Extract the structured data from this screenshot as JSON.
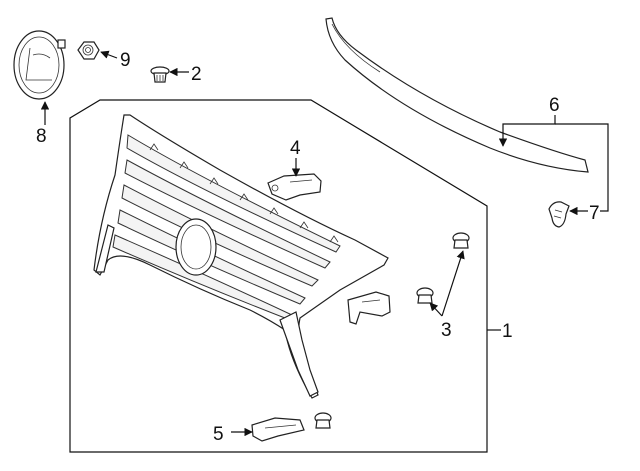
{
  "callouts": {
    "c1": "1",
    "c2": "2",
    "c3": "3",
    "c4": "4",
    "c5": "5",
    "c6": "6",
    "c7": "7",
    "c8": "8",
    "c9": "9"
  },
  "colors": {
    "ink": "#111111",
    "background": "#ffffff"
  },
  "icons": {
    "emblem": "lexus-emblem-icon",
    "nut": "nut-icon",
    "clip": "push-clip-icon",
    "grille": "grille-assembly-icon",
    "bracket": "bracket-icon",
    "molding": "molding-strip-icon",
    "retainer": "retainer-clip-icon"
  }
}
